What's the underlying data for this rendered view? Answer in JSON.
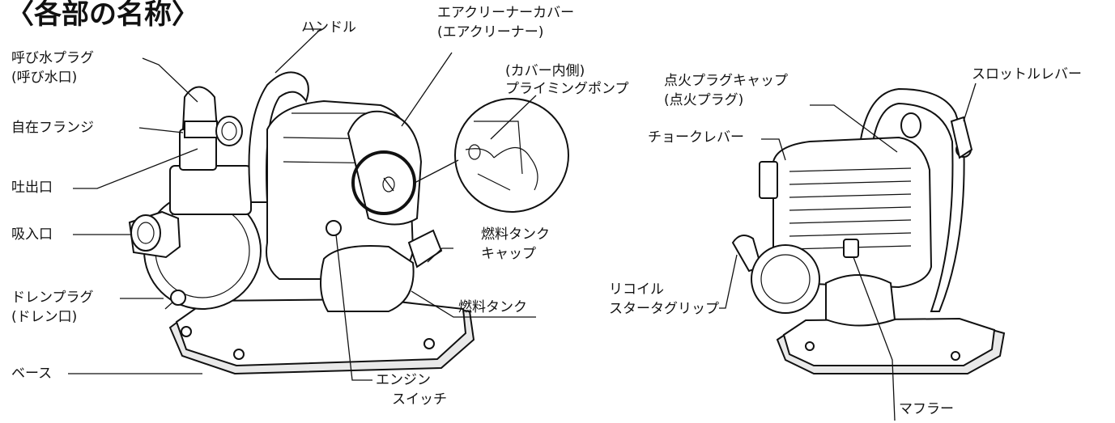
{
  "title": "〈各部の名称〉",
  "labels": {
    "yobimizu_plug": "呼び水プラグ",
    "yobimizu_guchi": "(呼び水口)",
    "handle": "ハンドル",
    "air_cleaner_cover": "エアクリーナーカバー",
    "air_cleaner": "(エアクリーナー)",
    "cover_inside": "(カバー内側)",
    "priming_pump": "プライミングポンプ",
    "jizai_flange": "自在フランジ",
    "toshutsu_guchi": "吐出口",
    "kyunyu_guchi": "吸入口",
    "drain_plug": "ドレンプラグ",
    "drain_guchi": "(ドレン口)",
    "base": "ベース",
    "fuel_tank_cap_1": "燃料タンク",
    "fuel_tank_cap_2": "キャップ",
    "fuel_tank": "燃料タンク",
    "engine_switch_1": "エンジン",
    "engine_switch_2": "スイッチ",
    "plug_cap": "点火プラグキャップ",
    "plug": "(点火プラグ)",
    "throttle_lever": "スロットルレバー",
    "choke_lever": "チョークレバー",
    "recoil_1": "リコイル",
    "recoil_2": "スタータグリップ",
    "muffler": "マフラー"
  }
}
